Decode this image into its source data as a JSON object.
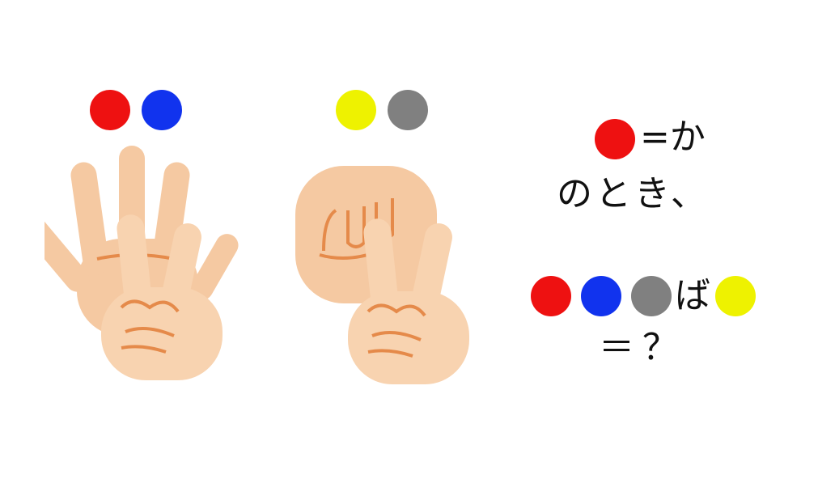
{
  "colors": {
    "red": "#ee1111",
    "blue": "#1133ee",
    "yellow": "#eef200",
    "gray": "#808080",
    "skin": "#f5c9a2",
    "skin_dark": "#efb98d",
    "line": "#e58a4a"
  },
  "left_hands": {
    "icons": [
      "open-palm-hand",
      "peace-sign-hand"
    ],
    "dots": [
      "red",
      "blue"
    ]
  },
  "right_hands": {
    "icons": [
      "fist-hand",
      "peace-sign-hand"
    ],
    "dots": [
      "yellow",
      "gray"
    ]
  },
  "puzzle": {
    "line1_text": "=か",
    "line2_text": "のとき、",
    "line3_kana": "ば",
    "line4_text": "＝？"
  }
}
